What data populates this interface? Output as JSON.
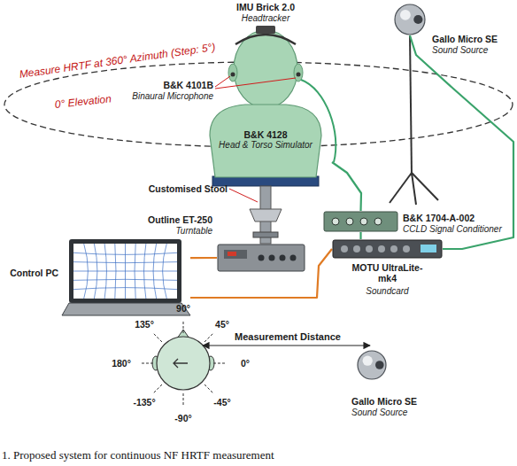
{
  "diagram": {
    "caption": "1. Proposed system for continuous NF HRTF measurement",
    "nodes": [
      {
        "text": [
          "Gallo Micro SE",
          "Sound Source"
        ]
      },
      {
        "text": [
          "B&K 4128",
          "Head & Torso Simulator"
        ]
      },
      {
        "text": [
          "Outline ET-250",
          "Turntable"
        ]
      },
      {
        "text": [
          "B&K 1704-A-002",
          "CCLD Signal Conditioner"
        ]
      },
      {
        "text": [
          "MOTU UltraLite-mk4",
          "Soundcard"
        ]
      },
      {
        "text": [
          "Control PC"
        ]
      },
      {
        "text": [
          "Gallo Micro SE",
          "Sound Source"
        ]
      }
    ],
    "edges": [
      {
        "from": 1,
        "to": 3,
        "arrow": "none"
      },
      {
        "from": 3,
        "to": 4,
        "arrow": "none"
      },
      {
        "from": 4,
        "to": 5,
        "arrow": "none"
      },
      {
        "from": 2,
        "to": 5,
        "arrow": "none"
      },
      {
        "from": 4,
        "to": 0,
        "arrow": "none"
      }
    ],
    "labels": [
      "IMU Brick 2.0",
      "Headtracker",
      "Measure HRTF at 360° Azimuth (Step: 5°)",
      "0° Elevation",
      "B&K 4101B",
      "Binaural Microphone",
      "Customised Stool",
      "90°",
      "135°",
      "45°",
      "180°",
      "0°",
      "-135°",
      "-45°",
      "-90°",
      "Measurement Distance"
    ]
  }
}
